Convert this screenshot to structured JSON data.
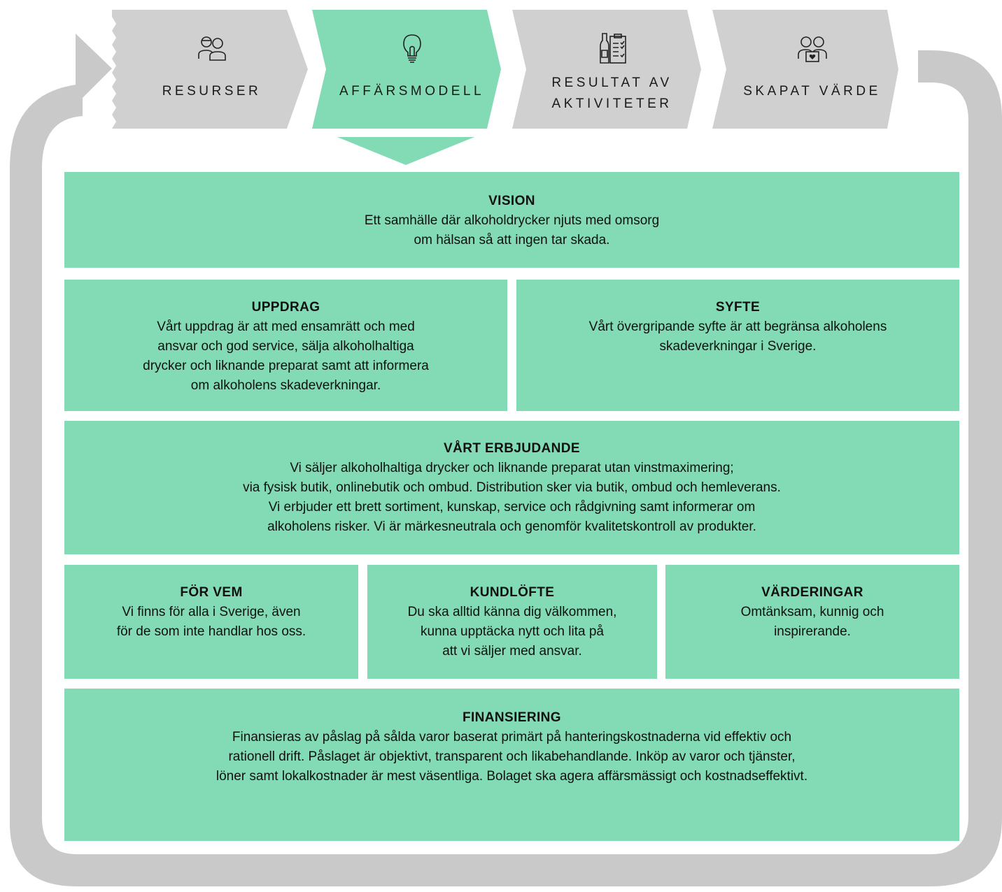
{
  "colors": {
    "accent": "#82dbb5",
    "inactive_step": "#d0d0d0",
    "loop_arrow": "#c9c9c9"
  },
  "steps": [
    {
      "label": "RESURSER",
      "icon": "people-icon",
      "active": false
    },
    {
      "label": "AFFÄRSMODELL",
      "icon": "lightbulb-icon",
      "active": true
    },
    {
      "label": "RESULTAT AV\nAKTIVITETER",
      "icon": "bottle-clipboard-icon",
      "active": false
    },
    {
      "label": "SKAPAT VÄRDE",
      "icon": "people-heart-icon",
      "active": false
    }
  ],
  "vision": {
    "title": "VISION",
    "body": "Ett samhälle där alkoholdrycker njuts med omsorg\nom hälsan så att ingen tar skada."
  },
  "uppdrag": {
    "title": "UPPDRAG",
    "body": "Vårt uppdrag är att med ensamrätt och med\nansvar och god service, sälja alkoholhaltiga\ndrycker och liknande preparat samt att informera\nom alkoholens skadeverkningar."
  },
  "syfte": {
    "title": "SYFTE",
    "body": "Vårt övergripande syfte är att begränsa alkoholens\nskadeverkningar i Sverige."
  },
  "erbjudande": {
    "title": "VÅRT ERBJUDANDE",
    "body": "Vi säljer alkoholhaltiga drycker och liknande preparat utan vinstmaximering;\nvia fysisk butik, onlinebutik och ombud. Distribution sker via butik, ombud och hemleverans.\nVi erbjuder ett brett sortiment, kunskap, service och rådgivning samt informerar om\nalkoholens risker. Vi är märkesneutrala och genomför kvalitetskontroll av produkter."
  },
  "for_vem": {
    "title": "FÖR VEM",
    "body": "Vi finns för alla i Sverige, även\nför de som inte handlar hos oss."
  },
  "kundlofte": {
    "title": "KUNDLÖFTE",
    "body": "Du ska alltid känna dig välkommen,\nkunna upptäcka nytt och lita på\natt vi säljer med ansvar."
  },
  "varderingar": {
    "title": "VÄRDERINGAR",
    "body": "Omtänksam, kunnig och\ninspirerande."
  },
  "finansiering": {
    "title": "FINANSIERING",
    "body": "Finansieras av påslag på sålda varor baserat primärt på hanteringskostnaderna vid effektiv och\nrationell drift. Påslaget är objektivt, transparent och likabehandlande. Inköp av varor och tjänster,\nlöner samt lokalkostnader är mest väsentliga. Bolaget ska agera affärsmässigt och kostnadseffektivt."
  }
}
